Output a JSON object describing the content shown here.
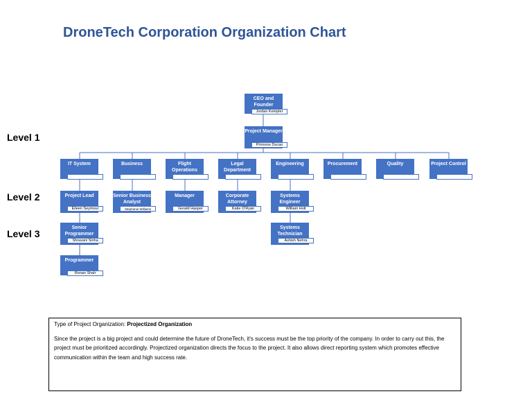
{
  "title": "DroneTech Corporation Organization Chart",
  "levels": [
    "Level 1",
    "Level 2",
    "Level 3"
  ],
  "colors": {
    "box": "#4472c4",
    "title": "#2f5597"
  },
  "nodes": {
    "ceo": {
      "title": "CEO and Founder",
      "name": "Jordan Kempler"
    },
    "pm": {
      "title": "Project Manager",
      "name": "Princess Ducao"
    },
    "it": {
      "title": "IT System",
      "name": ""
    },
    "business": {
      "title": "Business",
      "name": ""
    },
    "flight": {
      "title": "Flight Operations",
      "name": ""
    },
    "legal": {
      "title": "Legal Department",
      "name": ""
    },
    "engineering": {
      "title": "Engineering",
      "name": ""
    },
    "procurement": {
      "title": "Procurement",
      "name": ""
    },
    "quality": {
      "title": "Quality",
      "name": ""
    },
    "control": {
      "title": "Project Control",
      "name": ""
    },
    "projlead": {
      "title": "Project Lead",
      "name": "Eileen Seymour"
    },
    "sba": {
      "title": "Senior Business Analyst",
      "name": "Stephanie Williams"
    },
    "manager": {
      "title": "Manager",
      "name": "Gerald Hasper"
    },
    "attorney": {
      "title": "Corporate Attorney",
      "name": "Katie O'Ryan"
    },
    "syseng": {
      "title": "Systems Engineer",
      "name": "William Holt"
    },
    "senprog": {
      "title": "Senior Programmer",
      "name": "Shravani Sinha"
    },
    "systech": {
      "title": "Systems Technician",
      "name": "Ashish Nehra"
    },
    "prog": {
      "title": "Programmer",
      "name": "Ronan Shah"
    }
  },
  "note": {
    "type_label": "Type of Project Organization: ",
    "type_value": "Projectized Organization",
    "description": "Since the project is a big project and could determine the future of DroneTech, it's success must be the top priority of the company. In order to carry out this, the project must be prioritized accordingly. Projectized organization directs the focus to the project.  It also allows direct reporting system which promotes effective communication within the team and high success rate."
  }
}
